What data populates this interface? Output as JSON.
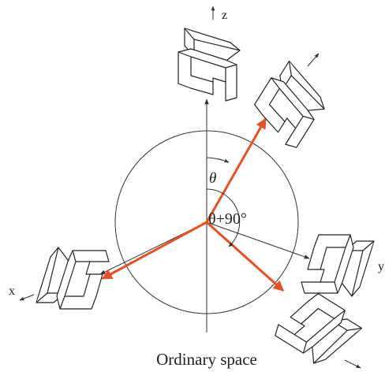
{
  "diagram": {
    "caption": "Ordinary space",
    "axes": {
      "x": "x",
      "y": "y",
      "z": "z"
    },
    "angle_labels": {
      "theta": "θ",
      "theta_plus_90": "θ+90°"
    },
    "colors": {
      "vectors": "#e8501f",
      "lines": "#333333"
    },
    "icons": [
      "c-shaped-block-icon"
    ]
  }
}
